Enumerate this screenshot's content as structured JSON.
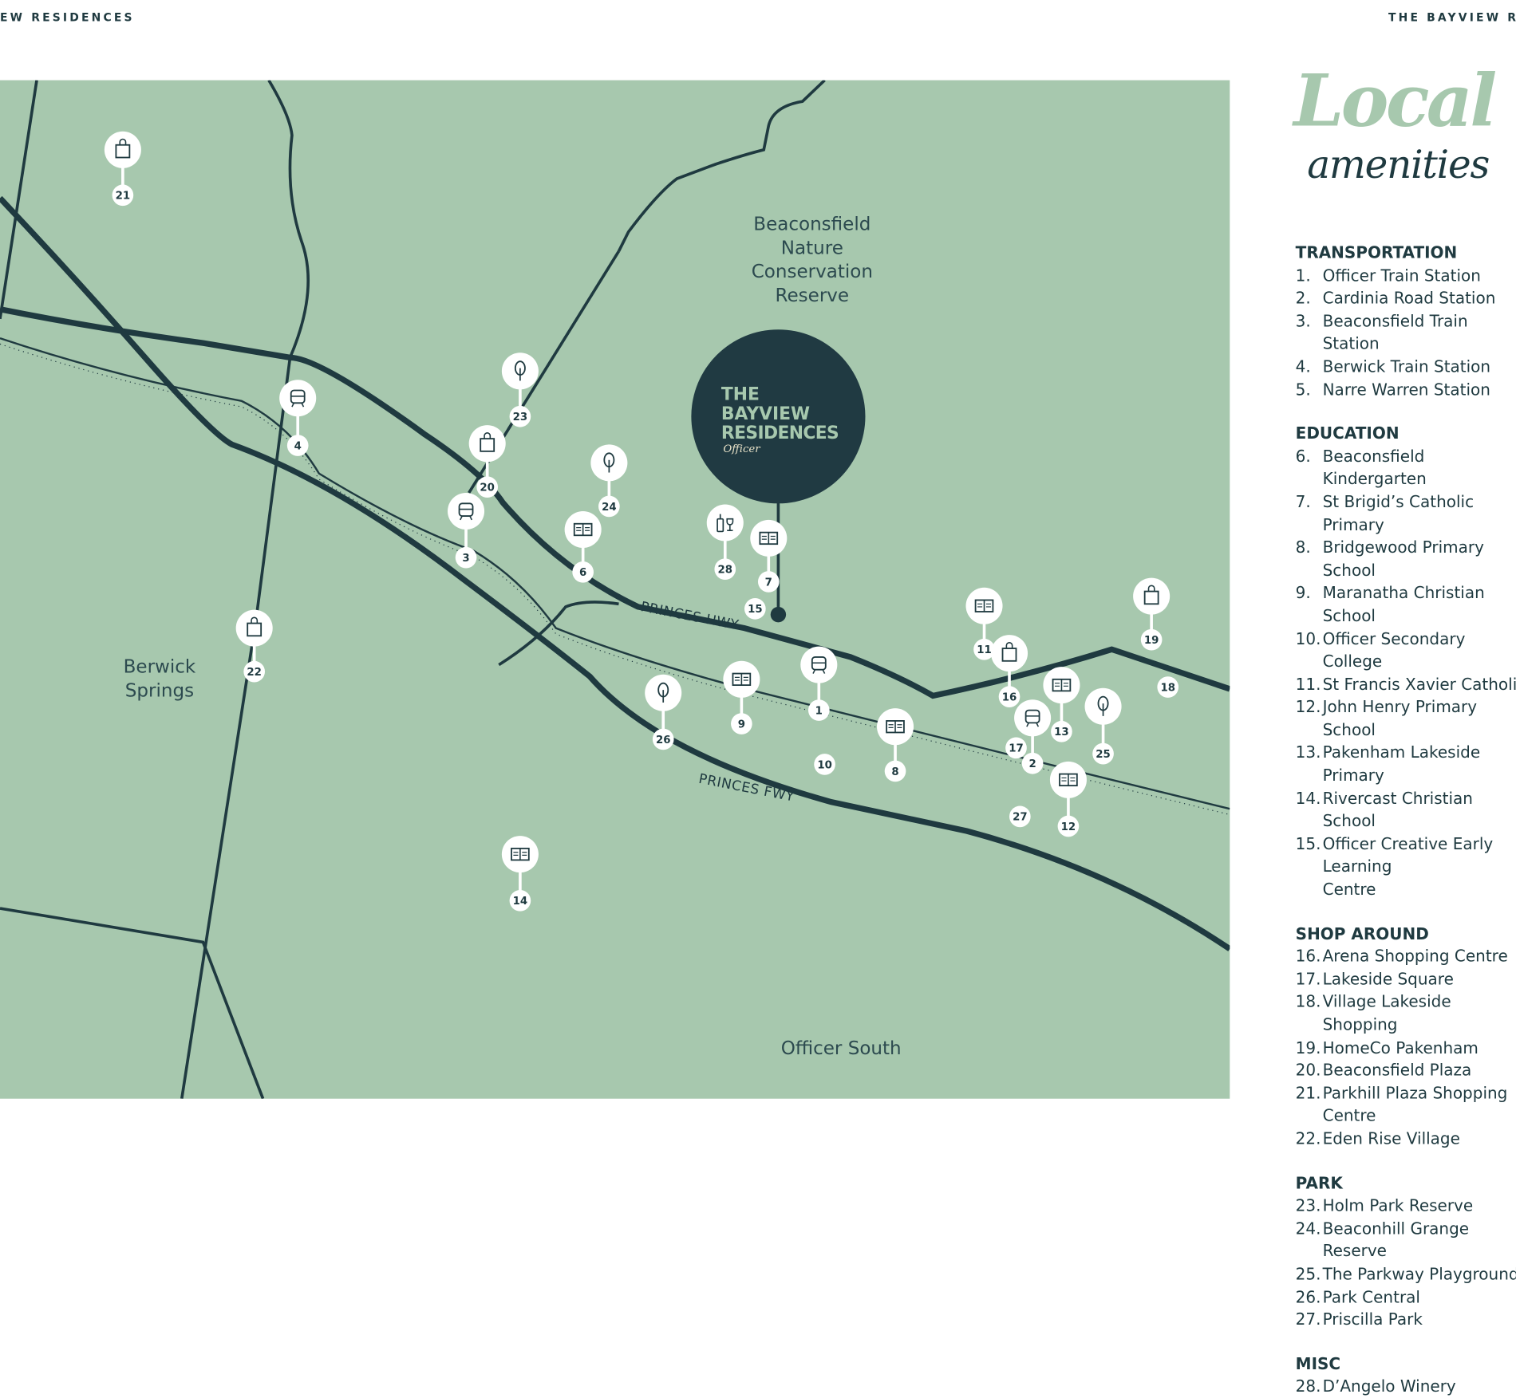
{
  "header": {
    "left": "EW RESIDENCES",
    "right": "THE BAYVIEW RE"
  },
  "title": {
    "main": "Local",
    "script": "amenities"
  },
  "map": {
    "colors": {
      "land": "#a7c8ae",
      "road": "#1f3a40",
      "marker": "#ffffff"
    },
    "places": [
      {
        "name": "Beaconsfield\nNature\nConservation\nReserve"
      },
      {
        "name": "Berwick\nSprings"
      },
      {
        "name": "Officer South"
      }
    ],
    "roads": [
      "PRINCES HWY",
      "PRINCES FWY"
    ],
    "development": {
      "line1": "THE",
      "line2": "BAYVIEW",
      "line3": "RESIDENCES",
      "signature": "Officer"
    },
    "markers": [
      {
        "num": "1",
        "icon": "train"
      },
      {
        "num": "2",
        "icon": "train"
      },
      {
        "num": "3",
        "icon": "train"
      },
      {
        "num": "4",
        "icon": "train"
      },
      {
        "num": "6",
        "icon": "book"
      },
      {
        "num": "7",
        "icon": "book"
      },
      {
        "num": "8",
        "icon": "book"
      },
      {
        "num": "9",
        "icon": "book"
      },
      {
        "num": "10",
        "icon": "none"
      },
      {
        "num": "11",
        "icon": "book"
      },
      {
        "num": "12",
        "icon": "book"
      },
      {
        "num": "13",
        "icon": "book"
      },
      {
        "num": "14",
        "icon": "book"
      },
      {
        "num": "15",
        "icon": "none"
      },
      {
        "num": "16",
        "icon": "bag"
      },
      {
        "num": "17",
        "icon": "none"
      },
      {
        "num": "18",
        "icon": "none"
      },
      {
        "num": "19",
        "icon": "bag"
      },
      {
        "num": "20",
        "icon": "bag"
      },
      {
        "num": "21",
        "icon": "bag"
      },
      {
        "num": "22",
        "icon": "bag"
      },
      {
        "num": "23",
        "icon": "tree"
      },
      {
        "num": "24",
        "icon": "tree"
      },
      {
        "num": "25",
        "icon": "tree"
      },
      {
        "num": "26",
        "icon": "tree"
      },
      {
        "num": "27",
        "icon": "none"
      },
      {
        "num": "28",
        "icon": "wine"
      }
    ]
  },
  "legend": [
    {
      "category": "TRANSPORTATION",
      "items": [
        {
          "n": "1.",
          "t": "Officer Train Station"
        },
        {
          "n": "2.",
          "t": "Cardinia Road Station"
        },
        {
          "n": "3.",
          "t": "Beaconsfield Train Station"
        },
        {
          "n": "4.",
          "t": "Berwick Train Station"
        },
        {
          "n": "5.",
          "t": "Narre Warren Station"
        }
      ]
    },
    {
      "category": "EDUCATION",
      "items": [
        {
          "n": "6.",
          "t": "Beaconsfield Kindergarten"
        },
        {
          "n": "7.",
          "t": "St Brigid’s Catholic Primary"
        },
        {
          "n": "8.",
          "t": "Bridgewood Primary School"
        },
        {
          "n": "9.",
          "t": "Maranatha Christian School"
        },
        {
          "n": "10.",
          "t": "Officer Secondary College"
        },
        {
          "n": "11.",
          "t": "St Francis Xavier Catholic"
        },
        {
          "n": "12.",
          "t": "John Henry Primary School"
        },
        {
          "n": "13.",
          "t": "Pakenham Lakeside Primary"
        },
        {
          "n": "14.",
          "t": "Rivercast Christian School"
        },
        {
          "n": "15.",
          "t": "Officer Creative Early Learning\nCentre"
        }
      ]
    },
    {
      "category": "SHOP AROUND",
      "items": [
        {
          "n": "16.",
          "t": "Arena Shopping Centre"
        },
        {
          "n": "17.",
          "t": "Lakeside Square"
        },
        {
          "n": "18.",
          "t": "Village Lakeside Shopping"
        },
        {
          "n": "19.",
          "t": "HomeCo Pakenham"
        },
        {
          "n": "20.",
          "t": "Beaconsfield Plaza"
        },
        {
          "n": "21.",
          "t": "Parkhill Plaza Shopping Centre"
        },
        {
          "n": "22.",
          "t": "Eden Rise Village"
        }
      ]
    },
    {
      "category": "PARK",
      "items": [
        {
          "n": "23.",
          "t": "Holm Park Reserve"
        },
        {
          "n": "24.",
          "t": "Beaconhill Grange Reserve"
        },
        {
          "n": "25.",
          "t": "The Parkway Playground"
        },
        {
          "n": "26.",
          "t": "Park Central"
        },
        {
          "n": "27.",
          "t": "Priscilla Park"
        }
      ]
    },
    {
      "category": "MISC",
      "items": [
        {
          "n": "28.",
          "t": "D’Angelo Winery"
        }
      ]
    }
  ]
}
